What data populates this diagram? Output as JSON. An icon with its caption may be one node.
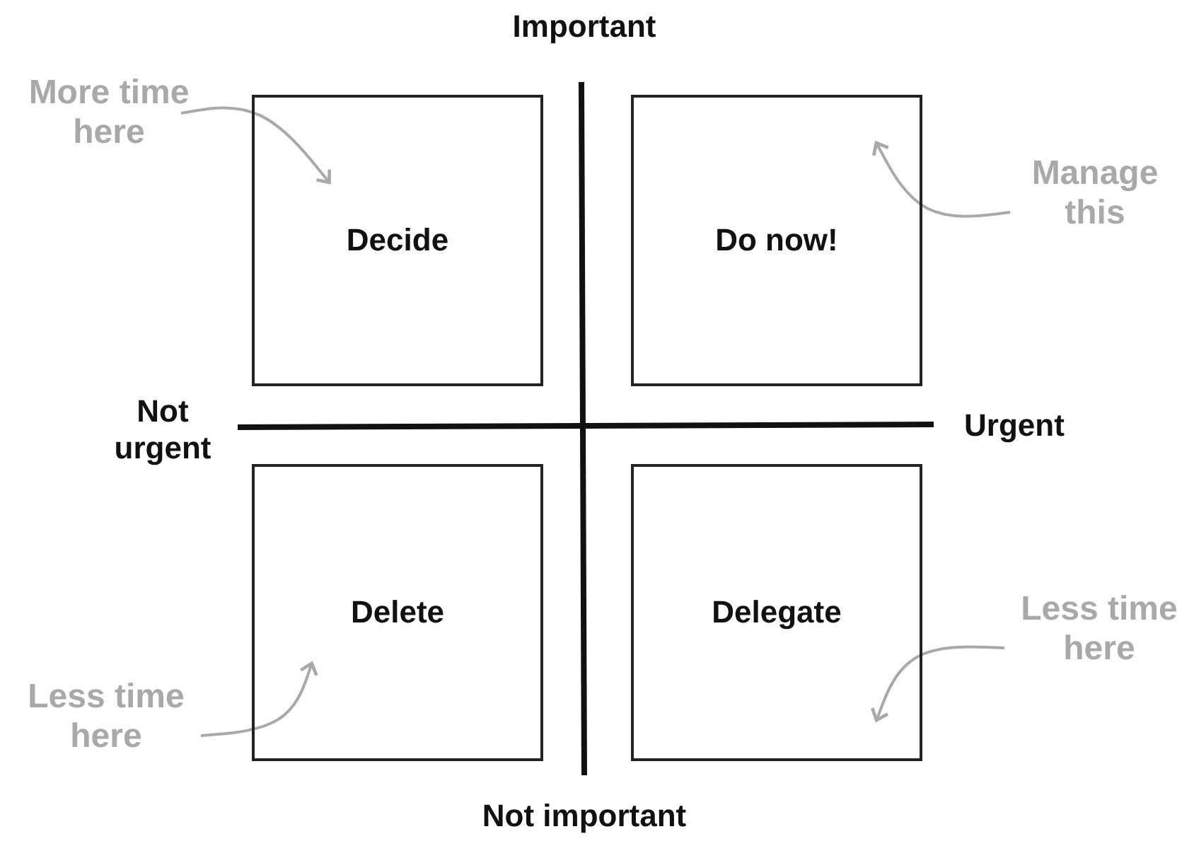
{
  "diagram": {
    "nodes": [
      {
        "text": [
          "More time here"
        ]
      },
      {
        "text": [
          "Decide"
        ]
      },
      {
        "text": [
          "Do now!"
        ]
      },
      {
        "text": [
          "Manage this"
        ]
      },
      {
        "text": [
          "Delete"
        ]
      },
      {
        "text": [
          "Delegate"
        ]
      },
      {
        "text": [
          "Less time here"
        ]
      },
      {
        "text": [
          "Less time here"
        ]
      }
    ],
    "edges": [
      {
        "from": 0,
        "to": 1,
        "arrow": "to"
      },
      {
        "from": 3,
        "to": 2,
        "arrow": "to"
      },
      {
        "from": 6,
        "to": 5,
        "arrow": "to"
      },
      {
        "from": 7,
        "to": 4,
        "arrow": "to"
      }
    ],
    "labels": [
      "Important",
      "Not urgent",
      "Urgent",
      "Not important"
    ]
  }
}
